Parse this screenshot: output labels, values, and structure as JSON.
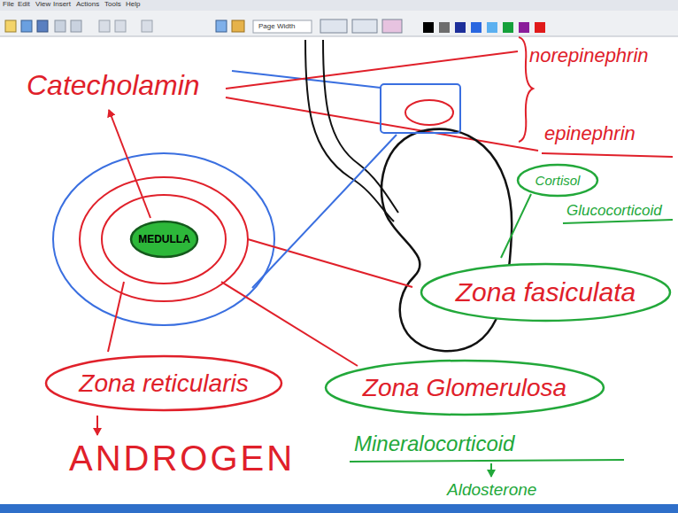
{
  "diagram": {
    "nodes": [
      {
        "text": [
          "Cortisol"
        ]
      },
      {
        "text": [
          "MEDULLA"
        ]
      },
      {
        "text": [
          "Zona fasiculata"
        ]
      },
      {
        "text": [
          "Zona reticularis"
        ]
      },
      {
        "text": [
          "Zona Glomerulosa"
        ]
      }
    ],
    "labels": [
      "File",
      "Edit",
      "View",
      "Insert",
      "Actions",
      "Tools",
      "Help",
      "Page Width",
      "Catecholamin",
      "norepinephrin",
      "epinephrin",
      "Glucocorticoid",
      "ANDROGEN",
      "Mineralocorticoid",
      "Aldosterone"
    ]
  }
}
